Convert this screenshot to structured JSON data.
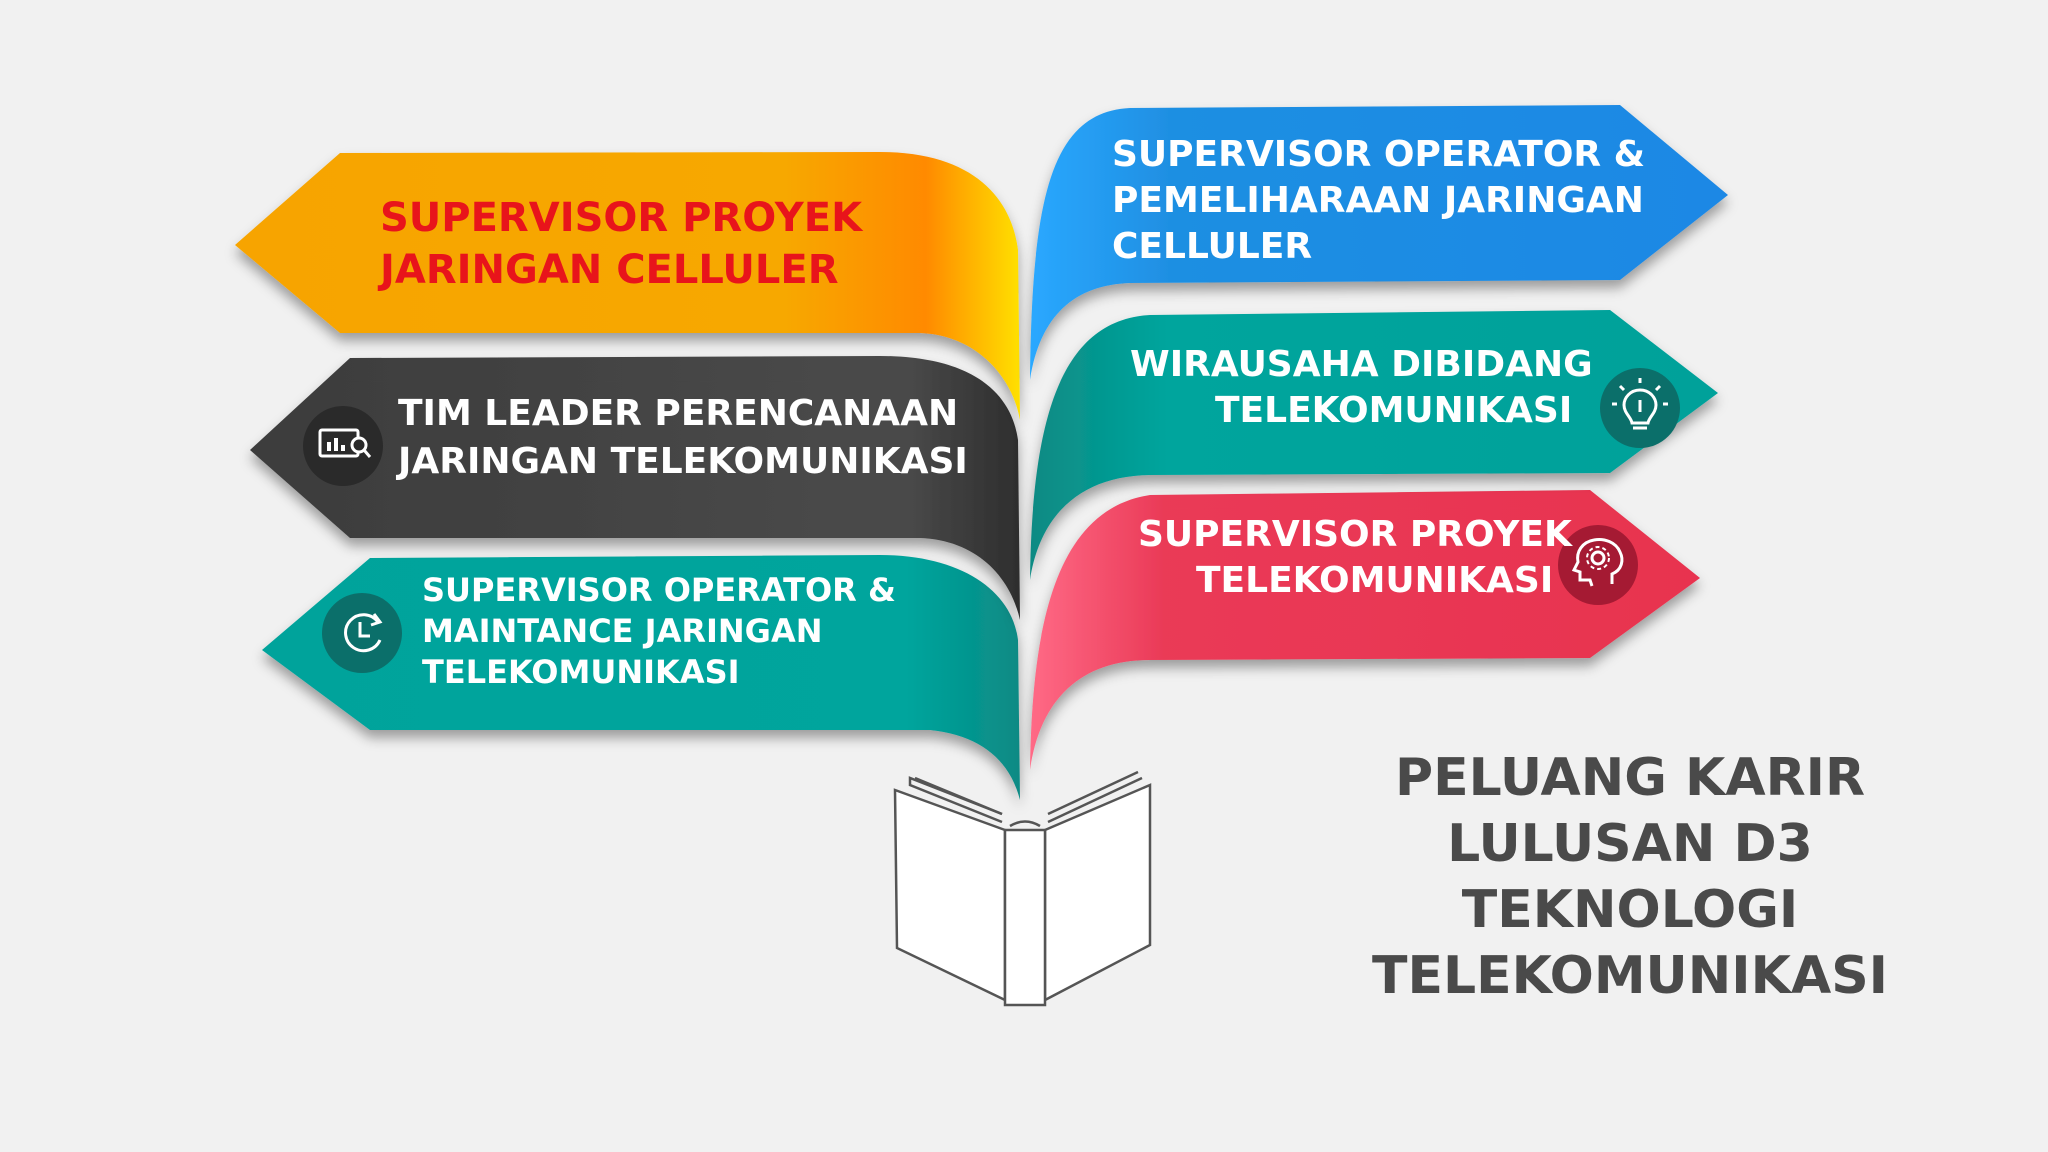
{
  "title": {
    "lines": [
      "PELUANG KARIR",
      "LULUSAN D3",
      "TEKNOLOGI",
      "TELEKOMUNIKASI"
    ]
  },
  "ribbons": [
    {
      "id": "supervisor-proyek-jaringan-celluler",
      "lines": [
        "SUPERVISOR PROYEK",
        "JARINGAN CELLULER"
      ],
      "color": "#f7a800",
      "text_color": "#e8141b",
      "icon": "none"
    },
    {
      "id": "tim-leader-perencanaan",
      "lines": [
        "TIM LEADER PERENCANAAN",
        "JARINGAN TELEKOMUNIKASI"
      ],
      "color": "#444444",
      "text_color": "#ffffff",
      "icon": "analytics-monitor-icon"
    },
    {
      "id": "supervisor-operator-maintance",
      "lines": [
        "SUPERVISOR OPERATOR &",
        "MAINTANCE JARINGAN",
        "TELEKOMUNIKASI"
      ],
      "color": "#00a19a",
      "text_color": "#ffffff",
      "icon": "clock-refresh-icon"
    },
    {
      "id": "supervisor-operator-pemeliharaan",
      "lines": [
        "SUPERVISOR OPERATOR &",
        "PEMELIHARAAN JARINGAN",
        "CELLULER"
      ],
      "color": "#1e8fe0",
      "text_color": "#ffffff",
      "icon": "none"
    },
    {
      "id": "wirausaha-dibidang",
      "lines": [
        "WIRAUSAHA DIBIDANG",
        "TELEKOMUNIKASI"
      ],
      "color": "#00a19a",
      "text_color": "#ffffff",
      "icon": "lightbulb-icon"
    },
    {
      "id": "supervisor-proyek-telekomunikasi",
      "lines": [
        "SUPERVISOR PROYEK",
        "TELEKOMUNIKASI"
      ],
      "color": "#e8334f",
      "text_color": "#ffffff",
      "icon": "brain-gear-icon"
    }
  ]
}
